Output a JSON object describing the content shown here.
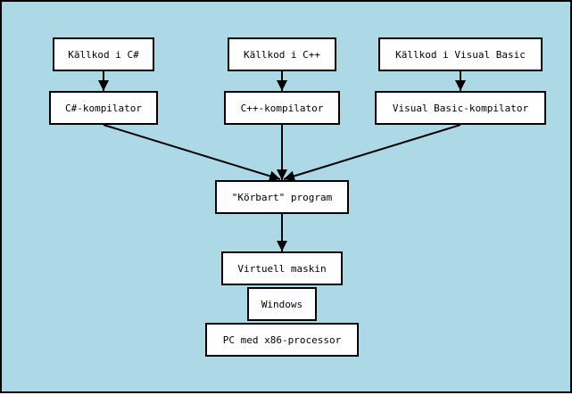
{
  "colors": {
    "background": "#add8e6",
    "box_fill": "#ffffff",
    "stroke": "#000000"
  },
  "nodes": {
    "source_csharp": "Källkod i C#",
    "source_cpp": "Källkod i C++",
    "source_vb": "Källkod i Visual Basic",
    "compiler_csharp": "C#-kompilator",
    "compiler_cpp": "C++-kompilator",
    "compiler_vb": "Visual Basic-kompilator",
    "executable": "\"Körbart\" program",
    "virtual_machine": "Virtuell maskin",
    "os": "Windows",
    "hardware": "PC med x86-processor"
  },
  "edges": [
    {
      "from": "source_csharp",
      "to": "compiler_csharp"
    },
    {
      "from": "source_cpp",
      "to": "compiler_cpp"
    },
    {
      "from": "source_vb",
      "to": "compiler_vb"
    },
    {
      "from": "compiler_csharp",
      "to": "executable"
    },
    {
      "from": "compiler_cpp",
      "to": "executable"
    },
    {
      "from": "compiler_vb",
      "to": "executable"
    },
    {
      "from": "executable",
      "to": "virtual_machine"
    }
  ]
}
